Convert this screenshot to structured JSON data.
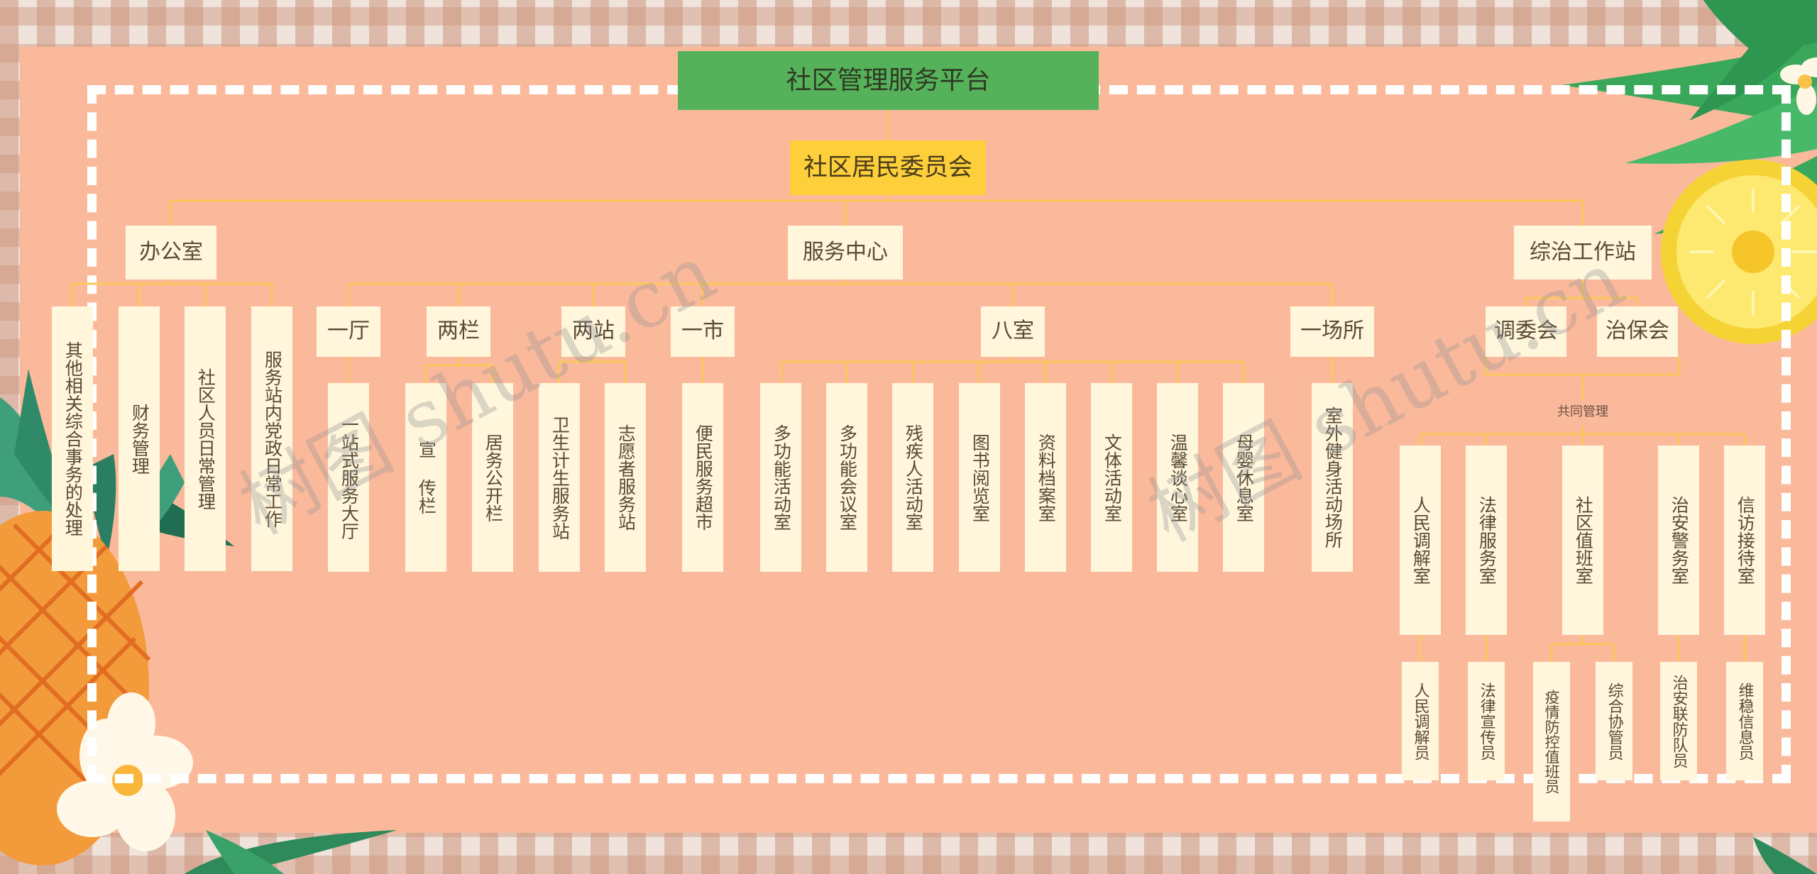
{
  "title": "社区管理服务平台",
  "committee": "社区居民委员会",
  "departments": {
    "office": "办公室",
    "service_center": "服务中心",
    "governance_station": "综治工作站"
  },
  "office_items": [
    "其他相关综合事务的处理",
    "财务管理",
    "社区人员日常管理",
    "服务站内党政日常工作"
  ],
  "service_groups": {
    "yiting": "一厅",
    "liangl": "两栏",
    "liangzhan": "两站",
    "yishi": "一市",
    "bashi": "八室",
    "yichangsuo": "一场所"
  },
  "yiting_items": [
    "一站式服务大厅"
  ],
  "liangl_items": [
    "宣 传栏",
    "居务公开栏"
  ],
  "liangzhan_items": [
    "卫生计生服务站",
    "志愿者服务站"
  ],
  "yishi_items": [
    "便民服务超市"
  ],
  "bashi_items": [
    "多功能活动室",
    "多功能会议室",
    "残疾人活动室",
    "图书阅览室",
    "资料档案室",
    "文体活动室",
    "温馨谈心室",
    "母婴休息室"
  ],
  "yichangsuo_items": [
    "室外健身活动场所"
  ],
  "governance": {
    "tiaowei": "调委会",
    "zhibao": "治保会",
    "joint_label": "共同管理",
    "rooms": [
      "人民调解室",
      "法律服务室",
      "社区值班室",
      "治安警务室",
      "信访接待室"
    ],
    "staff": [
      "人民调解员",
      "法律宣传员",
      "疫情防控值班员",
      "综合协管员",
      "治安联防队员",
      "维稳信息员"
    ]
  },
  "watermark": "树图 shutu.cn",
  "colors": {
    "board": "#fbb99c",
    "node": "#fff6dc",
    "title": "#56b15b",
    "committee": "#fccf3b",
    "connector": "#fcc85a"
  }
}
